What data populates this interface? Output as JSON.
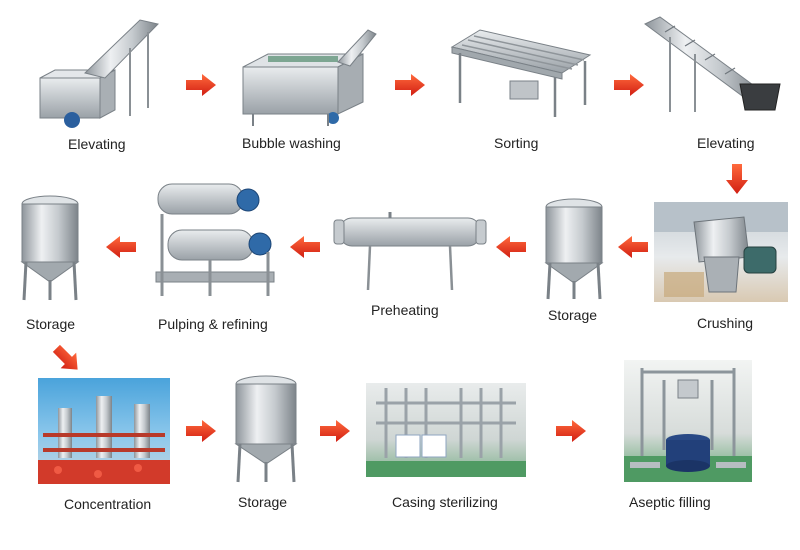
{
  "steps": [
    {
      "label": "Elevating"
    },
    {
      "label": "Bubble washing"
    },
    {
      "label": "Sorting"
    },
    {
      "label": "Elevating"
    },
    {
      "label": "Crushing"
    },
    {
      "label": "Storage"
    },
    {
      "label": "Preheating"
    },
    {
      "label": "Pulping & refining"
    },
    {
      "label": "Storage"
    },
    {
      "label": "Concentration"
    },
    {
      "label": "Storage"
    },
    {
      "label": "Casing sterilizing"
    },
    {
      "label": "Aseptic filling"
    }
  ],
  "colors": {
    "arrow": "#e8321e",
    "steel": "#c8ccd0",
    "label": "#222222"
  }
}
